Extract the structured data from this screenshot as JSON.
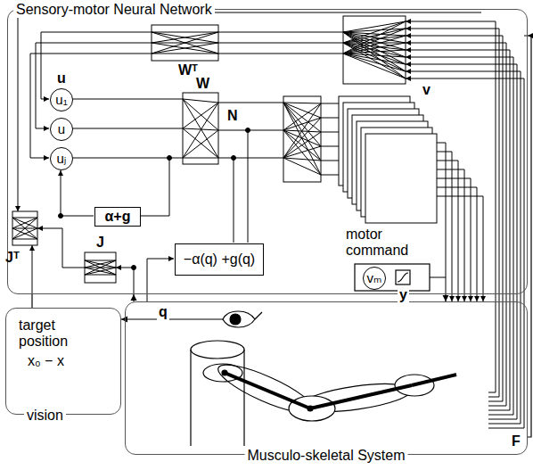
{
  "diagram": {
    "nodes": [
      {
        "text": [
          "Sensory-motor Neural Network"
        ]
      },
      {
        "text": [
          "u₁"
        ],
        "in": 0
      },
      {
        "text": [
          "u"
        ],
        "in": 0
      },
      {
        "text": [
          "uⱼ"
        ],
        "in": 0
      },
      {
        "text": [
          "α+g"
        ],
        "in": 0
      },
      {
        "text": [
          "−α(q) +g(q)"
        ],
        "in": 0
      },
      {
        "text": [
          "vₘ"
        ],
        "in": 0
      },
      {
        "text": [
          "target position",
          "x₀ − x",
          "vision"
        ]
      },
      {
        "text": [
          "Musculo-skeletal System"
        ]
      }
    ],
    "edges": [
      {
        "from": 8,
        "to": 7,
        "arrow": "to"
      },
      {
        "from": 7,
        "to": 0,
        "arrow": "none"
      },
      {
        "from": 0,
        "to": 8,
        "arrow": "to"
      },
      {
        "from": 8,
        "to": 0,
        "arrow": "to"
      },
      {
        "from": 8,
        "to": 0,
        "arrow": "to"
      }
    ],
    "labels": [
      "Wᵀ",
      "u",
      "W",
      "N",
      "v",
      "y",
      "Jᵀ",
      "J",
      "motor command",
      "q",
      "F"
    ]
  }
}
